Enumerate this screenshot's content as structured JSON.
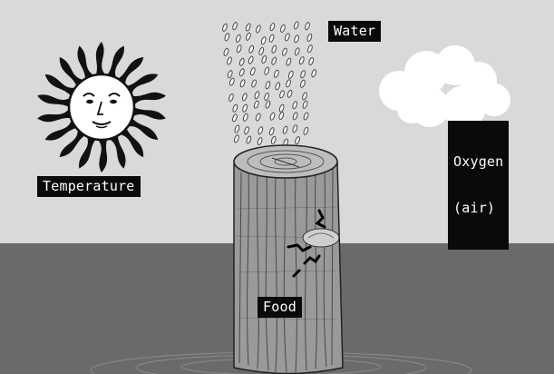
{
  "labels": {
    "water": "Water",
    "temperature": "Temperature",
    "oxygen_line1": "Oxygen",
    "oxygen_line2": "(air)",
    "food": "Food"
  },
  "colors": {
    "sky": "#d9d9d9",
    "ground": "#6a6a6a",
    "label_bg": "#0a0a0a",
    "label_text": "#ffffff"
  },
  "icons": {
    "sun": "sun-icon",
    "cloud": "cloud-icon",
    "rain": "raindrops-icon",
    "stump": "tree-stump-icon",
    "fungus": "fungus-icon"
  }
}
